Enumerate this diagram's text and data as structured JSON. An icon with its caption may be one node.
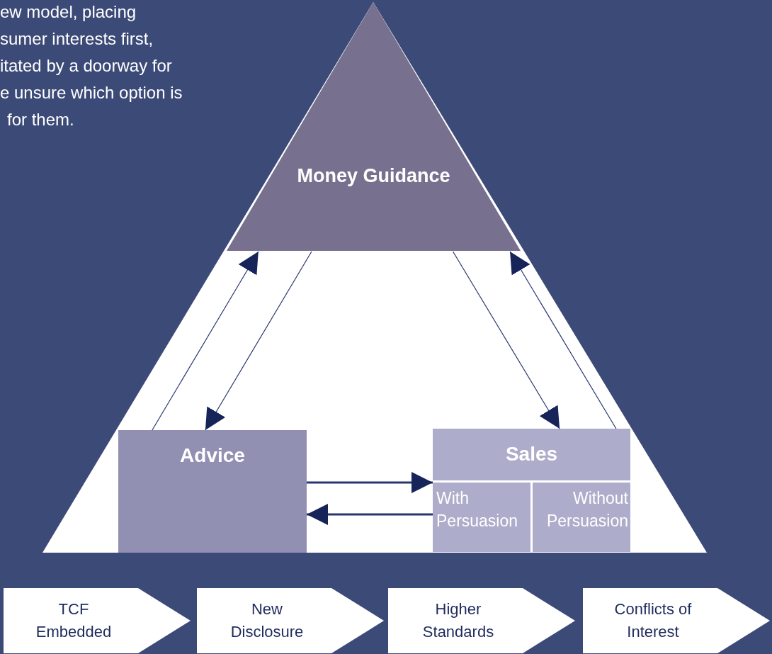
{
  "diagram": {
    "nodes": [
      {
        "text": [
          "Money Guidance"
        ]
      },
      {
        "text": [
          "Advice"
        ]
      },
      {
        "text": [
          "Sales"
        ]
      },
      {
        "text": [
          "With Persuasion"
        ],
        "in": 2
      },
      {
        "text": [
          "Without Persuasion"
        ],
        "in": 2
      },
      {
        "text": [
          "TCF Embedded"
        ]
      },
      {
        "text": [
          "New Disclosure"
        ]
      },
      {
        "text": [
          "Higher Standards"
        ]
      },
      {
        "text": [
          "Conflicts of Interest"
        ]
      }
    ],
    "edges": [
      {
        "from": 1,
        "to": 0,
        "arrow": "to"
      },
      {
        "from": 0,
        "to": 1,
        "arrow": "to"
      },
      {
        "from": 0,
        "to": 2,
        "arrow": "to"
      },
      {
        "from": 2,
        "to": 0,
        "arrow": "to"
      },
      {
        "from": 1,
        "to": 2,
        "arrow": "to",
        "style": "thick"
      },
      {
        "from": 2,
        "to": 1,
        "arrow": "to",
        "style": "thick"
      }
    ],
    "labels": [
      "ew model, placing",
      "sumer interests first,",
      "itated by a doorway for",
      "e unsure which option is",
      "for them."
    ]
  }
}
